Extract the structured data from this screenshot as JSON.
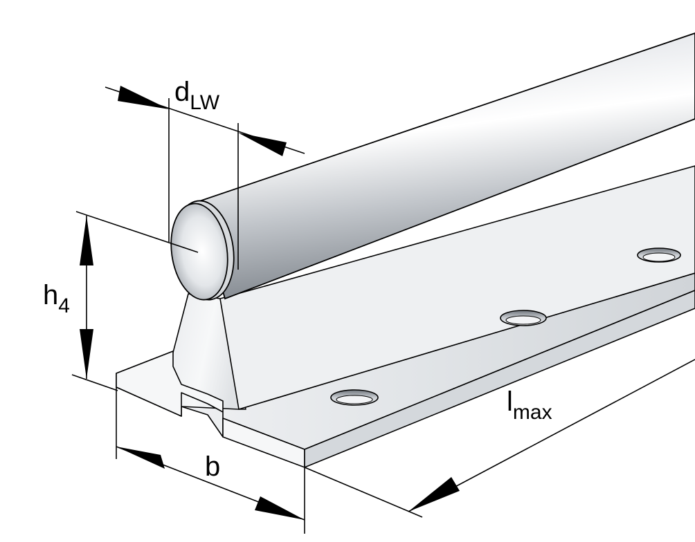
{
  "labels": {
    "dlw": {
      "main": "d",
      "sub": "LW"
    },
    "h4": {
      "main": "h",
      "sub": "4"
    },
    "b": {
      "main": "b"
    },
    "lmax": {
      "main": "l",
      "sub": "max"
    }
  },
  "colors": {
    "background": "#ffffff",
    "outline": "#000000",
    "metal_light": "#f4f5f7",
    "metal_mid": "#c9cdd2",
    "metal_dark": "#8d9298"
  }
}
